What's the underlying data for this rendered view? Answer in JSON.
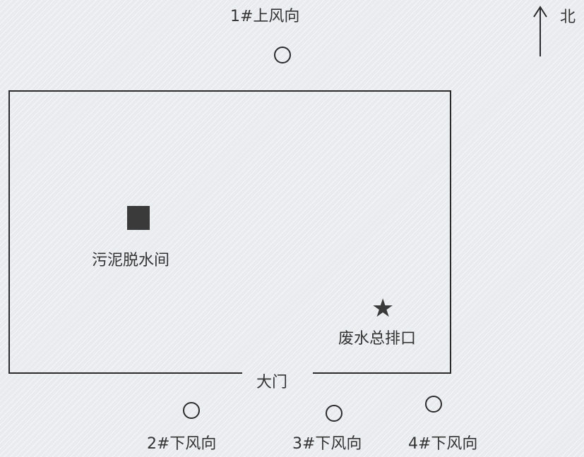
{
  "monitoring_points": {
    "p1": "1#上风向",
    "p2": "2#下风向",
    "p3": "3#下风向",
    "p4": "4#下风向"
  },
  "facilities": {
    "sludge_room": "污泥脱水间",
    "wastewater_outlet": "废水总排口",
    "gate": "大门"
  },
  "compass": {
    "north_label": "北"
  },
  "colors": {
    "line": "#2b2b2b",
    "fill": "#3a3a3a",
    "background": "#e9ecee"
  },
  "icons": {
    "monitoring_point": "hollow-circle",
    "sludge_room": "filled-square",
    "wastewater_outlet": "filled-star",
    "north": "up-arrow"
  }
}
